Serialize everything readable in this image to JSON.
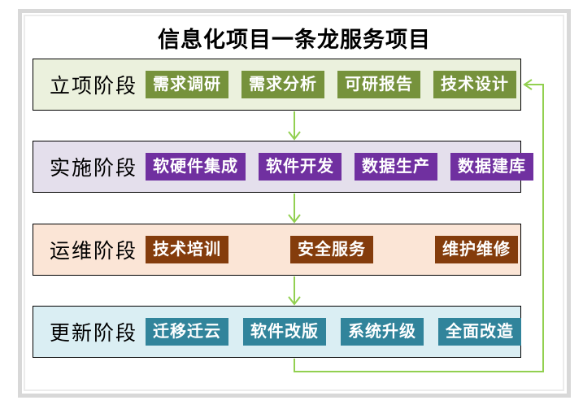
{
  "title": "信息化项目一条龙服务项目",
  "stages": [
    {
      "label": "立项阶段",
      "bg": "#ebf1dd",
      "accent": "#76923c",
      "items": [
        "需求调研",
        "需求分析",
        "可研报告",
        "技术设计"
      ]
    },
    {
      "label": "实施阶段",
      "bg": "#e4dfec",
      "accent": "#7030a0",
      "items": [
        "软硬件集成",
        "软件开发",
        "数据生产",
        "数据建库"
      ]
    },
    {
      "label": "运维阶段",
      "bg": "#fbe5d6",
      "accent": "#843c0c",
      "items": [
        "技术培训",
        "安全服务",
        "维护维修"
      ]
    },
    {
      "label": "更新阶段",
      "bg": "#daeef3",
      "accent": "#31849b",
      "items": [
        "迁移迁云",
        "软件改版",
        "系统升级",
        "全面改造"
      ]
    }
  ],
  "colors": {
    "arrow": "#92d050",
    "box_border": "#000000",
    "frame": "#d8d8d8",
    "title": "#000000",
    "background": "#ffffff"
  }
}
